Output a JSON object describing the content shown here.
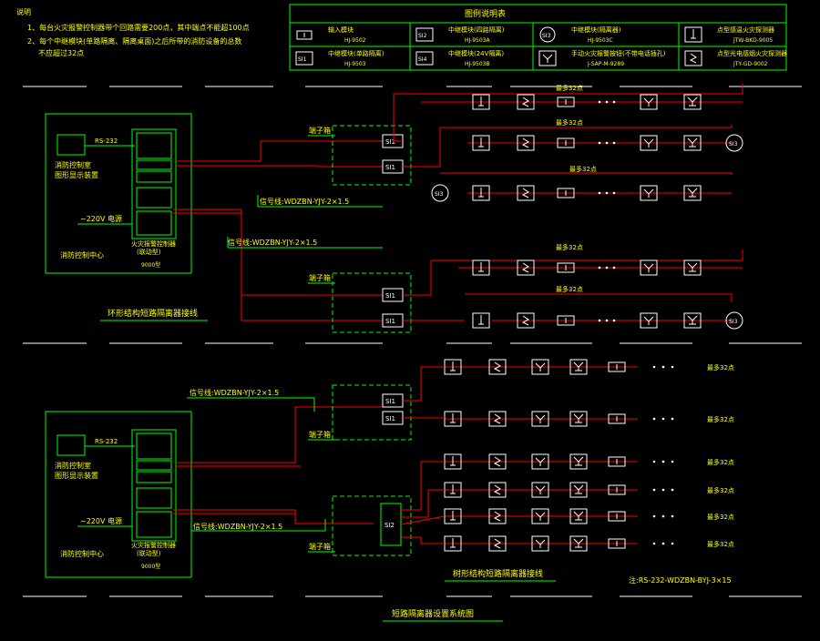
{
  "colors": {
    "background": "#000000",
    "green": "#00ff00",
    "yellow": "#ffff00",
    "red": "#ff0000",
    "white": "#ffffff"
  },
  "notes": {
    "title": "说明",
    "line1": "1、每台火灾报警控制器带个回路需要200点，其中端点不能超100点",
    "line2": "2、每个中继模块(单路隔离、隔离桌面)之后所带的消防设备的总数",
    "line3": "不应超过32点"
  },
  "legend": {
    "title": "图例说明表",
    "items": [
      {
        "symbol": "I",
        "name": "输入模块",
        "code": "HJ-9502"
      },
      {
        "symbol": "SI2",
        "name": "中继模块(四路隔离)",
        "code": "HJ-9503A"
      },
      {
        "symbol": "SI3",
        "name": "中继模块(隔离器)",
        "code": "HJ-9503C"
      },
      {
        "symbol": "thermal",
        "name": "点型感温火灾探测器",
        "code": "JTW-BKD-9005"
      },
      {
        "symbol": "SI1",
        "name": "中继模块(单路隔离)",
        "code": "HJ-9503"
      },
      {
        "symbol": "SI4",
        "name": "中继模块(24V隔离)",
        "code": "HJ-9503B"
      },
      {
        "symbol": "Y",
        "name": "手动火灾报警按钮(不带电话插孔)",
        "code": "J-SAP-M-9289"
      },
      {
        "symbol": "S",
        "name": "点型光电感烟火灾探测器",
        "code": "JTY-GD-9002"
      }
    ]
  },
  "top": {
    "console_label": "消防控制室\n图形显示装置",
    "rs232": "RS-232",
    "power": "~220V 电源",
    "center": "消防控制中心",
    "panel_label": "火灾报警控制器\n(联动型)",
    "panel_model": "9000型",
    "signal1": "信号线:WDZBN-YJY-2×1.5",
    "signal2": "信号线:WDZBN-YJY-2×1.5",
    "terminal1": "端子箱",
    "terminal2": "端子箱",
    "caption": "环形结构短路隔离器接线",
    "loop_label": "最多32点"
  },
  "bottom": {
    "console_label": "消防控制室\n图形显示装置",
    "rs232": "RS-232",
    "power": "~220V 电源",
    "center": "消防控制中心",
    "panel_label": "火灾报警控制器\n(联动型)",
    "panel_model": "9000型",
    "signal1": "信号线:WDZBN-YJY-2×1.5",
    "signal2": "信号线:WDZBN-YJY-2×1.5",
    "terminal1": "端子箱",
    "terminal2": "端子箱",
    "caption": "树形结构短路隔离器接线",
    "branch_label": "最多32点",
    "rs_cable": "注:RS-232-WDZBN-BYJ-3×15"
  },
  "footer": {
    "title": "短路隔离器设置系统图"
  }
}
